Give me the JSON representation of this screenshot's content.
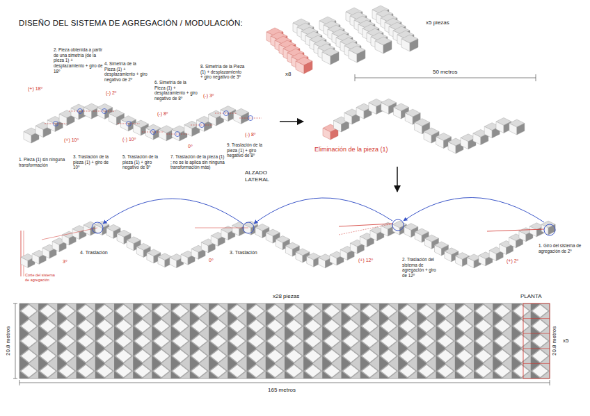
{
  "diagram": {
    "title": "DISEÑO DEL SISTEMA DE AGREGACIÓN / MODULACIÓN:",
    "labels": [
      "2. Pieza obtenida a partir de una simetría (de la pieza 1) + desplazamiento + giro de 18º",
      "(+) 18º",
      "4. Simetría de la Pieza (1) + desplazamiento + giro negativo de 2º",
      "(-) 2º",
      "6. Simetría de la Pieza (1) + desplazamiento + giro negativo de 8º",
      "(-) 8º",
      "8. Simetría de la Pieza (1) + desplazamiento + giro negativo de 3º",
      "(-) 3º",
      "(+) 10º",
      "(-) 10º",
      "0º",
      "(-) 8º",
      "1. Pieza (1) sin ninguna transformación",
      "3. Traslación de la pieza (1) + giro de 10º",
      "5. Traslación de la pieza (1) + giro negativo de 8º",
      "7. Traslación de la pieza (1) ; no se le aplica sin ninguna transformación más)",
      "9. Traslación de la pieza (1) + giro negativo de 8º",
      "x5 piezas",
      "x8",
      "50 metros",
      "Eliminación de la pieza (1)",
      "ALZADO LATERAL",
      "4. Traslación",
      "3º",
      "Corte del sistema de agregación",
      "3. Traslación",
      "0º",
      "2. Traslación del sistema de agregación + giro de 12º",
      "(+) 12º",
      "1. Giro del sistema de agregación de 2º",
      "(+) 2º",
      "x28 piezas",
      "PLANTA",
      "20.8 metros",
      "20.8 metros",
      "x5",
      "165 metros"
    ]
  }
}
